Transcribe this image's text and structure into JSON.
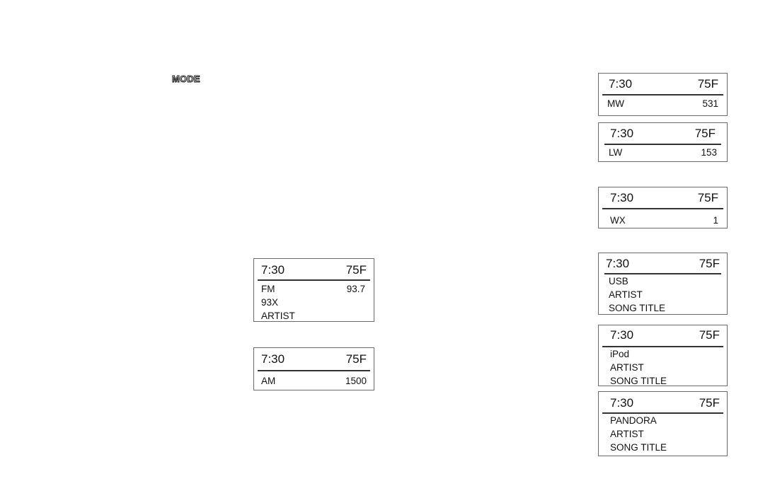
{
  "mode_label": "MODE",
  "screens": {
    "mw": {
      "time": "7:30",
      "temp": "75F",
      "lines": [
        {
          "text": "MW",
          "value": "531"
        }
      ]
    },
    "lw": {
      "time": "7:30",
      "temp": "75F",
      "lines": [
        {
          "text": "LW",
          "value": "153"
        }
      ]
    },
    "wx": {
      "time": "7:30",
      "temp": "75F",
      "lines": [
        {
          "text": "WX",
          "value": "1"
        }
      ]
    },
    "usb": {
      "time": "7:30",
      "temp": "75F",
      "lines": [
        {
          "text": "USB"
        },
        {
          "text": "ARTIST"
        },
        {
          "text": "SONG TITLE"
        }
      ]
    },
    "ipod": {
      "time": "7:30",
      "temp": "75F",
      "lines": [
        {
          "text": "iPod"
        },
        {
          "text": "ARTIST"
        },
        {
          "text": "SONG TITLE"
        }
      ]
    },
    "pandora": {
      "time": "7:30",
      "temp": "75F",
      "lines": [
        {
          "text": "PANDORA"
        },
        {
          "text": "ARTIST"
        },
        {
          "text": "SONG TITLE"
        }
      ]
    },
    "fm": {
      "time": "7:30",
      "temp": "75F",
      "lines": [
        {
          "text": "FM",
          "value": "93.7"
        },
        {
          "text": "93X"
        },
        {
          "text": "ARTIST"
        }
      ]
    },
    "am": {
      "time": "7:30",
      "temp": "75F",
      "lines": [
        {
          "text": "AM",
          "value": "1500"
        }
      ]
    }
  }
}
